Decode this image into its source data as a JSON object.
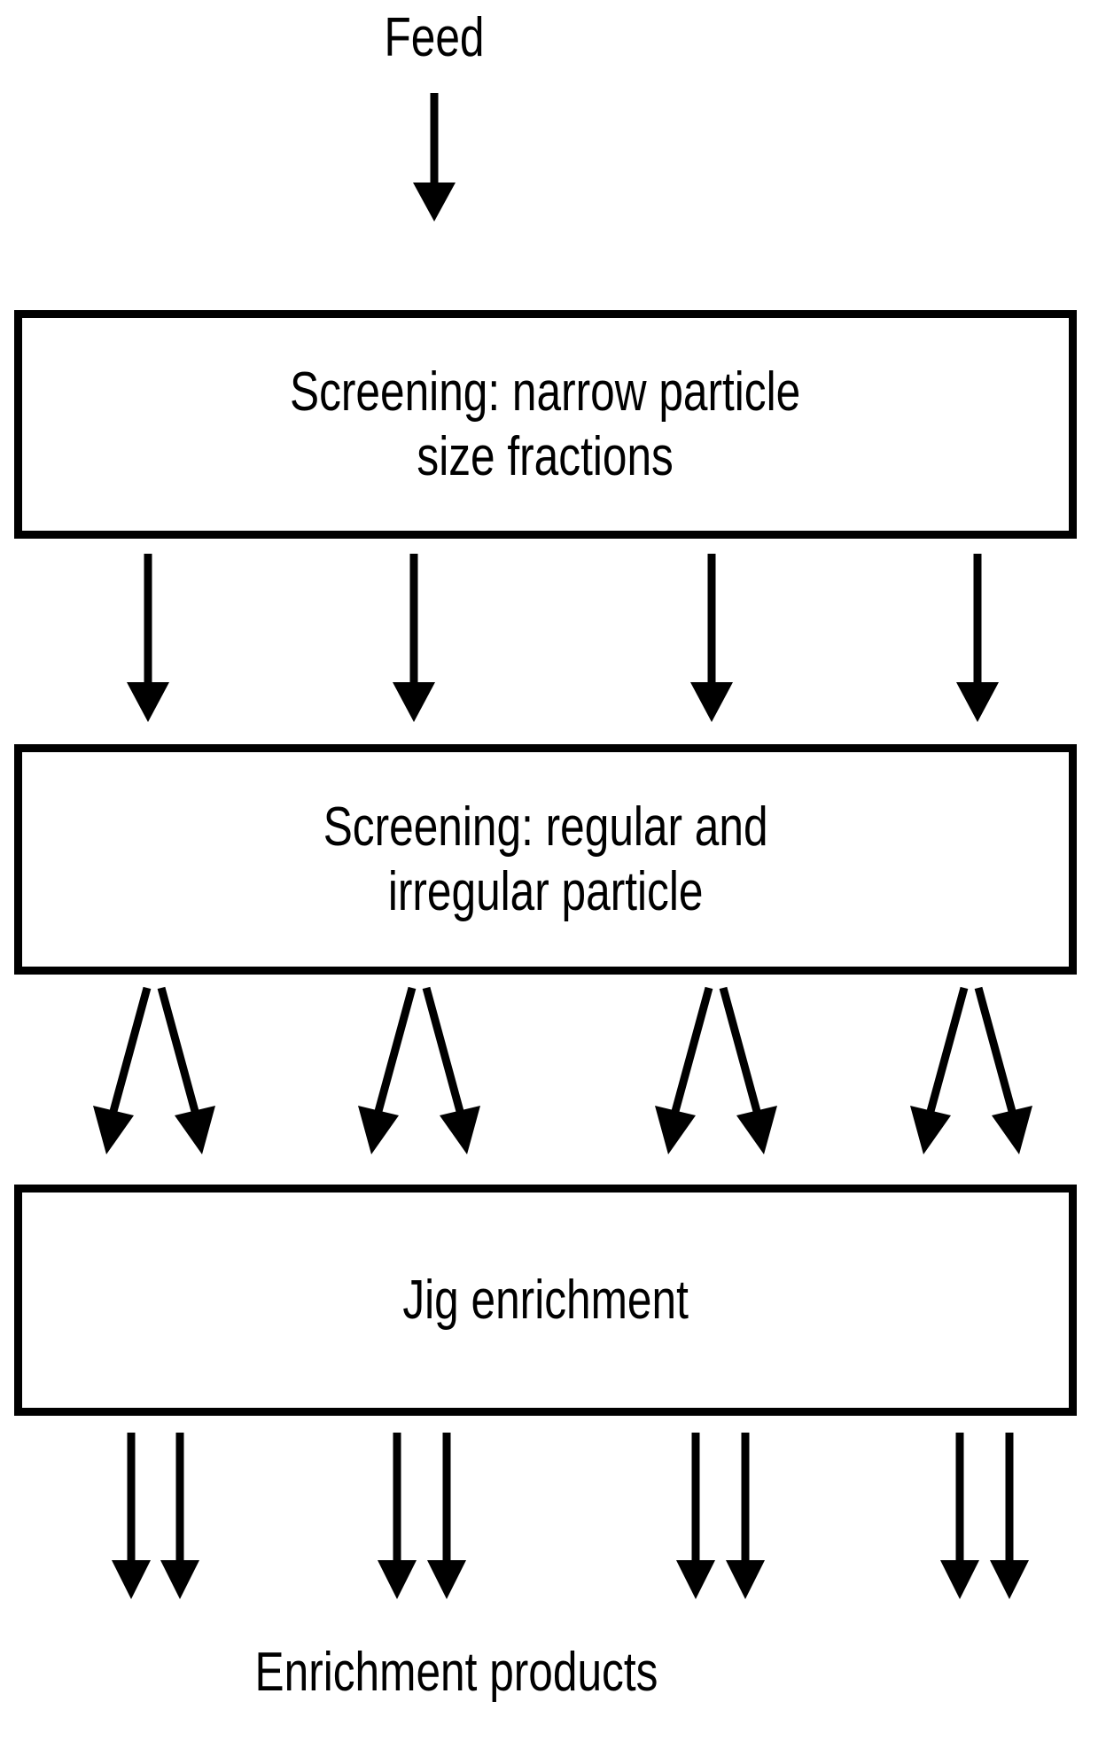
{
  "diagram": {
    "title_top": "Feed",
    "title_bottom": "Enrichment products",
    "stroke_color": "#000000",
    "fill_color": "#ffffff",
    "nodes": [
      {
        "id": "screening-narrow",
        "label": "Screening: narrow particle\nsize fractions"
      },
      {
        "id": "screening-regular",
        "label": "Screening: regular and\nirregular particle"
      },
      {
        "id": "jig-enrichment",
        "label": "Jig enrichment"
      }
    ],
    "flow": {
      "feed_arrows": 1,
      "narrow_to_regular_arrows": 4,
      "regular_to_jig_arrow_pairs": 4,
      "jig_to_products_arrows": 8
    }
  }
}
